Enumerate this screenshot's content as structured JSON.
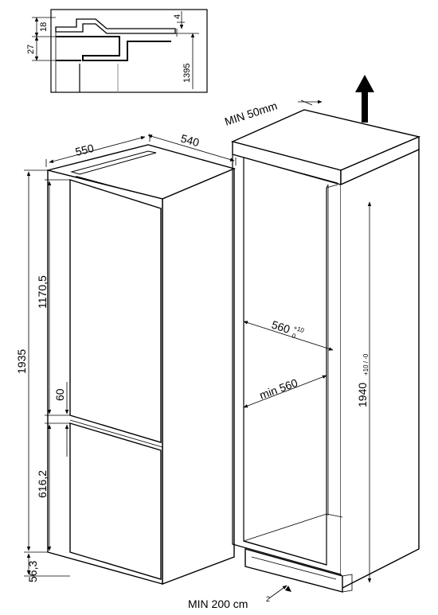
{
  "detail": {
    "dim_27": "27",
    "dim_18": "18",
    "dim_4": "4",
    "dim_1395": "1395"
  },
  "fridge": {
    "width": "550",
    "depth": "540",
    "height": "1935",
    "upper_door": "1170,5",
    "gap": "60",
    "lower_door": "616,2",
    "base": "56,3"
  },
  "niche": {
    "top_clearance": "MIN 50mm",
    "width_main": "560",
    "width_tol_plus": "+10",
    "width_tol_zero": "0",
    "width_min": "min 560",
    "height_main": "1940",
    "height_tol": "+10 / -0",
    "ventilation": "MIN 200 cm",
    "ventilation_sup": "2"
  }
}
